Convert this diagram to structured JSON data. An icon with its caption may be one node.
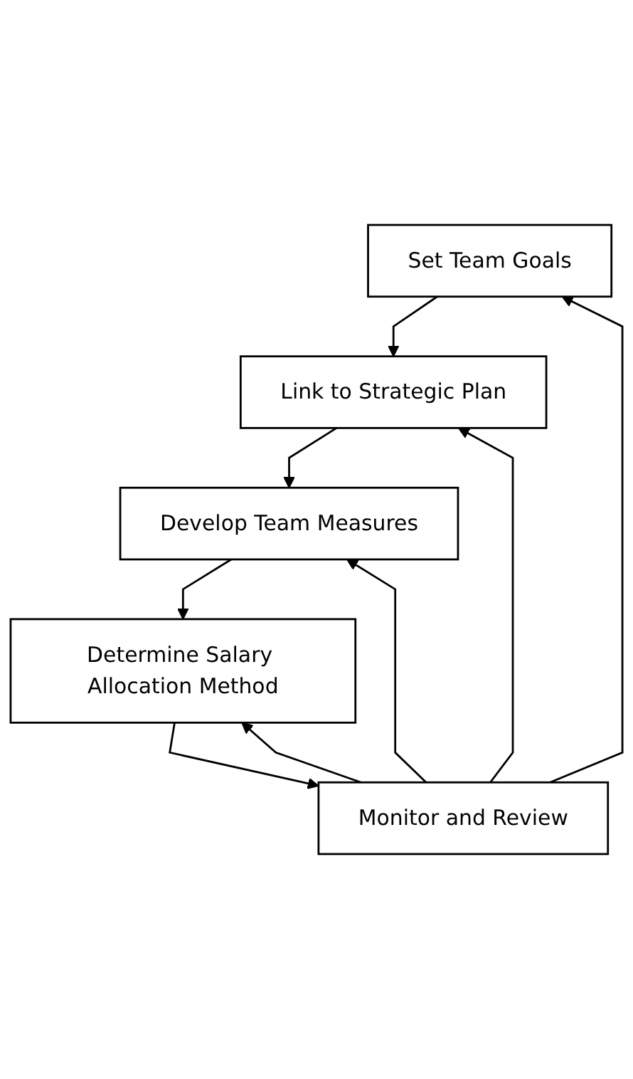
{
  "diagram": {
    "nodes": [
      {
        "text": [
          "Set Team Goals"
        ]
      },
      {
        "text": [
          "Link to Strategic Plan"
        ]
      },
      {
        "text": [
          "Develop Team Measures"
        ]
      },
      {
        "text": [
          "Determine Salary Allocation Method"
        ]
      },
      {
        "text": [
          "Monitor and Review"
        ]
      }
    ],
    "edges": [
      {
        "from": 0,
        "to": 1,
        "arrow": "to"
      },
      {
        "from": 1,
        "to": 2,
        "arrow": "to"
      },
      {
        "from": 2,
        "to": 3,
        "arrow": "to"
      },
      {
        "from": 3,
        "to": 4,
        "arrow": "to"
      },
      {
        "from": 4,
        "to": 0,
        "arrow": "to"
      },
      {
        "from": 4,
        "to": 1,
        "arrow": "to"
      },
      {
        "from": 4,
        "to": 2,
        "arrow": "to"
      },
      {
        "from": 4,
        "to": 3,
        "arrow": "to"
      }
    ]
  }
}
